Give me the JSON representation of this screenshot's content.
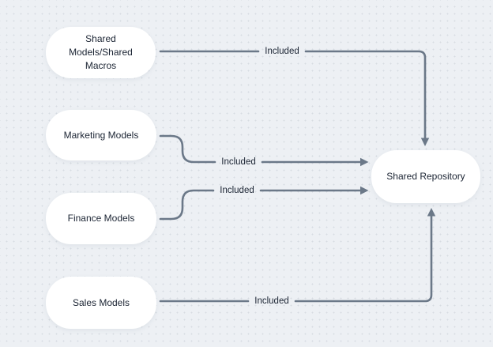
{
  "diagram": {
    "type": "flowchart",
    "nodes": [
      {
        "id": "shared-models-shared-macros",
        "label": "Shared Models/Shared Macros"
      },
      {
        "id": "marketing-models",
        "label": "Marketing Models"
      },
      {
        "id": "finance-models",
        "label": "Finance Models"
      },
      {
        "id": "sales-models",
        "label": "Sales Models"
      },
      {
        "id": "shared-repository",
        "label": "Shared Repository"
      }
    ],
    "edges": [
      {
        "from": "shared-models-shared-macros",
        "to": "shared-repository",
        "label": "Included"
      },
      {
        "from": "marketing-models",
        "to": "shared-repository",
        "label": "Included"
      },
      {
        "from": "finance-models",
        "to": "shared-repository",
        "label": "Included"
      },
      {
        "from": "sales-models",
        "to": "shared-repository",
        "label": "Included"
      }
    ],
    "colors": {
      "background": "#edf0f4",
      "grid_dot": "#d7dce2",
      "connector": "#6b7888",
      "node_fill": "#ffffff",
      "text": "#1b2433"
    }
  }
}
